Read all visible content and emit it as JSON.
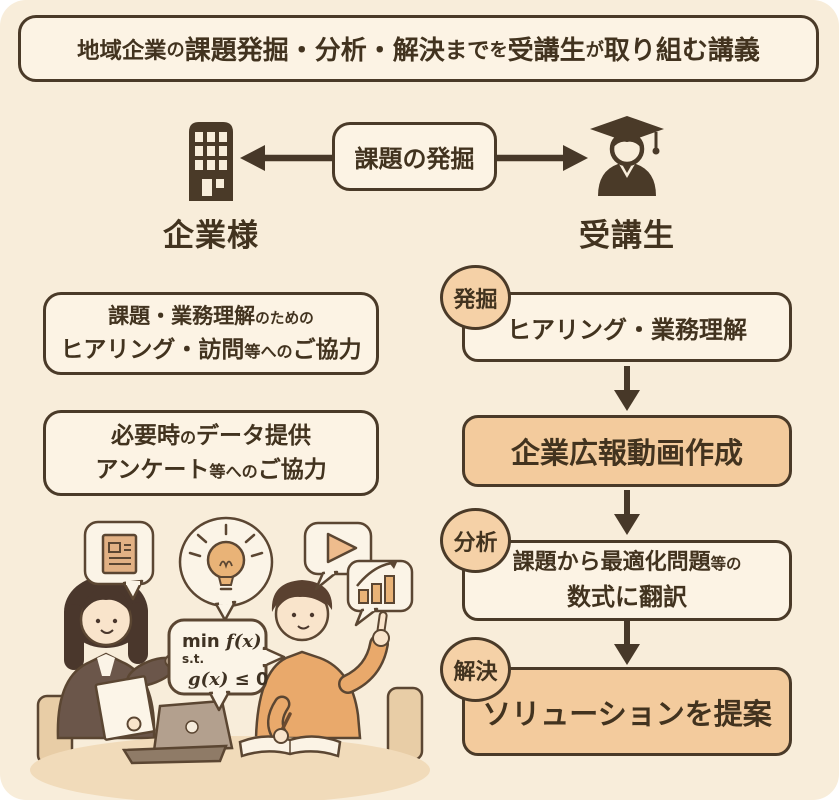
{
  "colors": {
    "background": "#f8edda",
    "panel": "#fcf3e4",
    "accent_fill": "#f3cb9d",
    "badge_fill": "#f5d1a7",
    "line": "#4a3a28",
    "text": "#42331f",
    "illustration_orange": "#e9b377"
  },
  "header": {
    "segments": [
      {
        "t": "地域企業",
        "s": "md"
      },
      {
        "t": "の",
        "s": "sm"
      },
      {
        "t": "課題発掘・分析・解決",
        "s": "lg"
      },
      {
        "t": "まで",
        "s": "md"
      },
      {
        "t": "を",
        "s": "sm"
      },
      {
        "t": "受講生",
        "s": "lg"
      },
      {
        "t": "が",
        "s": "sm"
      },
      {
        "t": "取り組む講義",
        "s": "lg"
      }
    ]
  },
  "actors": {
    "company_label": "企業様",
    "student_label": "受講生",
    "link_label": "課題の発掘"
  },
  "company_requests": [
    {
      "line1": [
        {
          "t": "課題・業務理解",
          "s": "lg"
        },
        {
          "t": "のための",
          "s": "sm"
        }
      ],
      "line2": [
        {
          "t": "ヒアリング・訪問",
          "s": "lg"
        },
        {
          "t": "等への",
          "s": "sm"
        },
        {
          "t": "ご協力",
          "s": "lg"
        }
      ]
    },
    {
      "line1": [
        {
          "t": "必要時",
          "s": "lg"
        },
        {
          "t": "の",
          "s": "sm"
        },
        {
          "t": "データ提供",
          "s": "lg"
        }
      ],
      "line2": [
        {
          "t": "アンケート",
          "s": "lg"
        },
        {
          "t": "等への",
          "s": "sm"
        },
        {
          "t": "ご協力",
          "s": "lg"
        }
      ]
    }
  ],
  "flow": {
    "badges": [
      "発掘",
      "分析",
      "解決"
    ],
    "steps": [
      {
        "label": "ヒアリング・業務理解"
      },
      {
        "label": "企業広報動画作成"
      },
      {
        "line1": [
          {
            "t": "課題から最適化問題",
            "s": "lg"
          },
          {
            "t": "等の",
            "s": "sm"
          }
        ],
        "line2": "数式に翻訳"
      },
      {
        "label": "ソリューションを提案"
      }
    ]
  },
  "illustration": {
    "math": {
      "l1a": "min ",
      "l1b": "f(x)",
      "l2": "s.t.",
      "l3a": "g(x)",
      "l3b": " ≤ 0"
    }
  }
}
